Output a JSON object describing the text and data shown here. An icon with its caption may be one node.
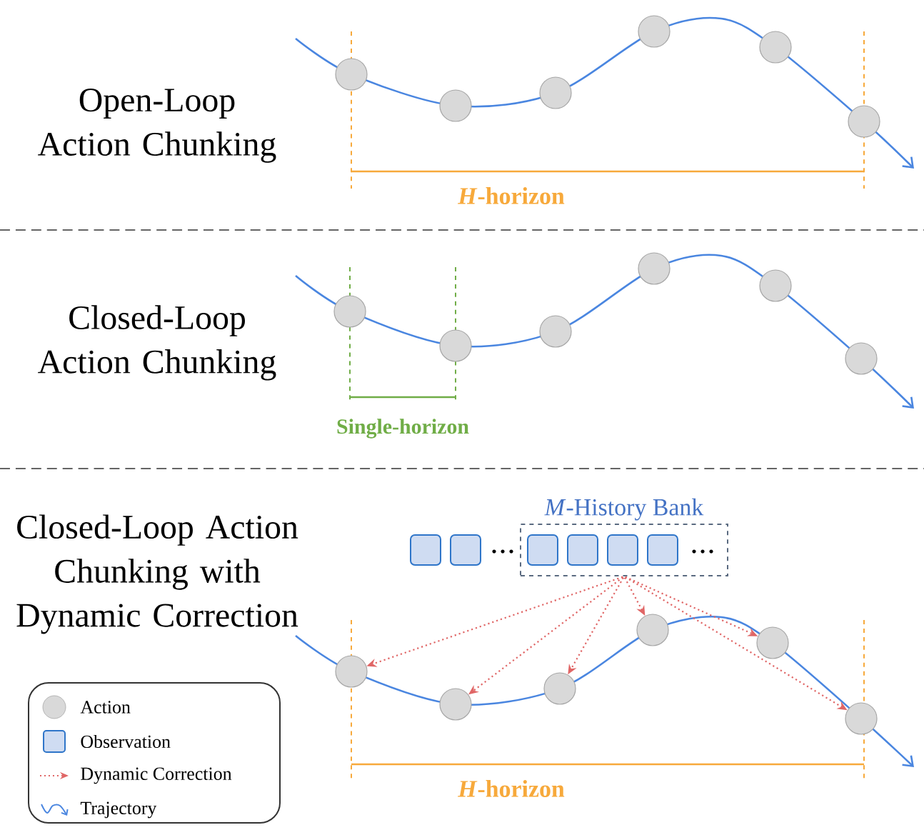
{
  "diagram": {
    "nodes": [
      {
        "text": [],
        "shape": "circle"
      },
      {
        "text": [],
        "shape": "circle"
      },
      {
        "text": [],
        "shape": "circle"
      },
      {
        "text": [],
        "shape": "circle"
      },
      {
        "text": [],
        "shape": "circle"
      },
      {
        "text": [],
        "shape": "circle"
      },
      {
        "text": [],
        "shape": "circle"
      },
      {
        "text": [],
        "shape": "circle"
      },
      {
        "text": [],
        "shape": "circle"
      },
      {
        "text": [],
        "shape": "circle"
      },
      {
        "text": [],
        "shape": "circle"
      },
      {
        "text": [],
        "shape": "circle"
      },
      {
        "text": [
          "*M*-History Bank"
        ]
      },
      {
        "text": [],
        "shape": "box"
      },
      {
        "text": [],
        "shape": "box"
      },
      {
        "text": [],
        "shape": "box",
        "in": 12
      },
      {
        "text": [],
        "shape": "box",
        "in": 12
      },
      {
        "text": [],
        "shape": "box",
        "in": 12
      },
      {
        "text": [],
        "shape": "box",
        "in": 12
      },
      {
        "text": [],
        "shape": "circle"
      },
      {
        "text": [],
        "shape": "circle"
      },
      {
        "text": [],
        "shape": "circle"
      },
      {
        "text": [],
        "shape": "circle"
      },
      {
        "text": [],
        "shape": "circle"
      },
      {
        "text": [],
        "shape": "circle"
      }
    ],
    "edges": [
      {
        "from": 12,
        "to": 19,
        "arrow": "to"
      },
      {
        "from": 12,
        "to": 20,
        "arrow": "to"
      },
      {
        "from": 12,
        "to": 21,
        "arrow": "to"
      },
      {
        "from": 12,
        "to": 22,
        "arrow": "to"
      },
      {
        "from": 12,
        "to": 23,
        "arrow": "to"
      },
      {
        "from": 12,
        "to": 24,
        "arrow": "to"
      }
    ],
    "labels": [
      "Open-Loop Action Chunking",
      "*H*-horizon",
      "Closed-Loop Action Chunking",
      "Single-horizon",
      "Closed-Loop Action Chunking with Dynamic Correction",
      "*H*-horizon"
    ],
    "legend": [
      {
        "text": "Action"
      },
      {
        "text": "Observation"
      },
      {
        "text": "Dynamic Correction"
      },
      {
        "text": "Trajectory"
      }
    ]
  }
}
